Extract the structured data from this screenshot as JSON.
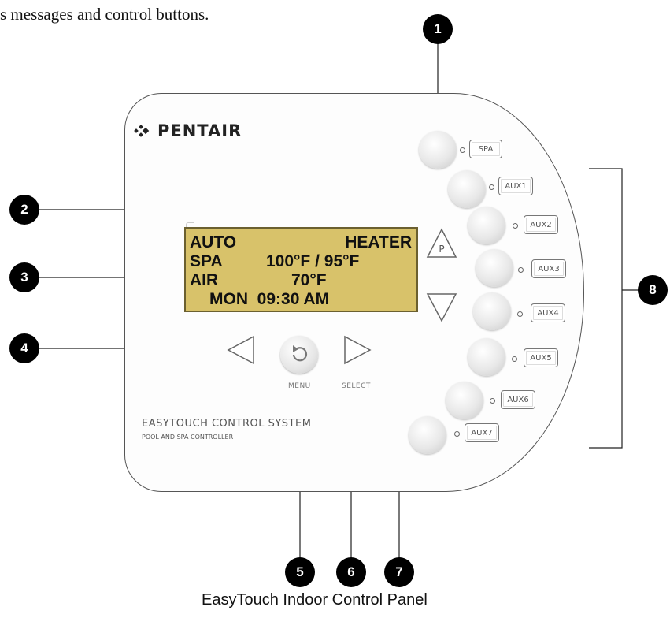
{
  "intro_text": "s messages and control buttons.",
  "brand": "PENTAIR",
  "lcd": {
    "line1_left": "AUTO",
    "line1_right": "HEATER",
    "line2_left": "SPA",
    "line2_right": "100°F / 95°F",
    "line3_left": "AIR",
    "line3_right": "70°F",
    "line4": "MON  09:30 AM"
  },
  "buttons": {
    "p_label": "P",
    "menu_label": "MENU",
    "select_label": "SELECT"
  },
  "keys": [
    "SPA",
    "AUX1",
    "AUX2",
    "AUX3",
    "AUX4",
    "AUX5",
    "AUX6",
    "AUX7"
  ],
  "system_name": "EASYTOUCH CONTROL SYSTEM",
  "system_sub": "POOL AND SPA CONTROLLER",
  "callouts": [
    "1",
    "2",
    "3",
    "4",
    "5",
    "6",
    "7",
    "8"
  ],
  "caption": "EasyTouch Indoor Control Panel"
}
